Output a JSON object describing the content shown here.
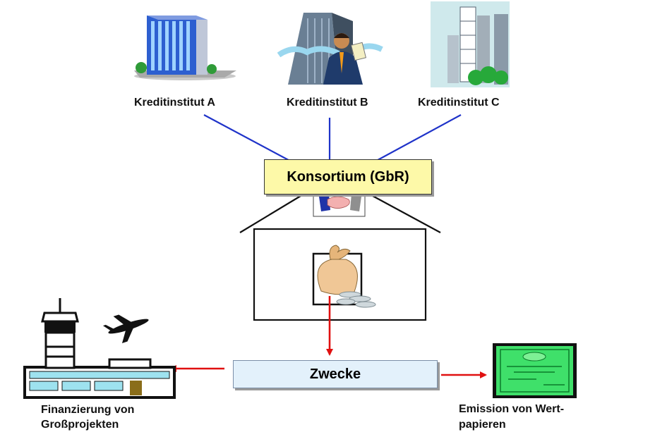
{
  "banks": [
    {
      "label": "Kreditinstitut A",
      "icon": "office-building-icon"
    },
    {
      "label": "Kreditinstitut B",
      "icon": "businessman-skyscraper-icon"
    },
    {
      "label": "Kreditinstitut C",
      "icon": "city-tower-icon"
    }
  ],
  "consortium": {
    "label": "Konsortium (GbR)",
    "icon": "handshake-icon"
  },
  "center_icon": "money-bag-icon",
  "purpose": {
    "label": "Zwecke"
  },
  "outcomes": {
    "left": {
      "line1": "Finanzierung von",
      "line2": "Großprojekten",
      "icon": "airport-icon"
    },
    "right": {
      "line1": "Emission von Wert-",
      "line2": "papieren",
      "icon": "certificate-icon"
    }
  },
  "colors": {
    "bank_link": "#1f33c9",
    "flow_arrow": "#e01010",
    "consortium_fill": "#fdf9a8",
    "purpose_fill": "#e3f1fb",
    "certificate": "#3fe06a"
  }
}
